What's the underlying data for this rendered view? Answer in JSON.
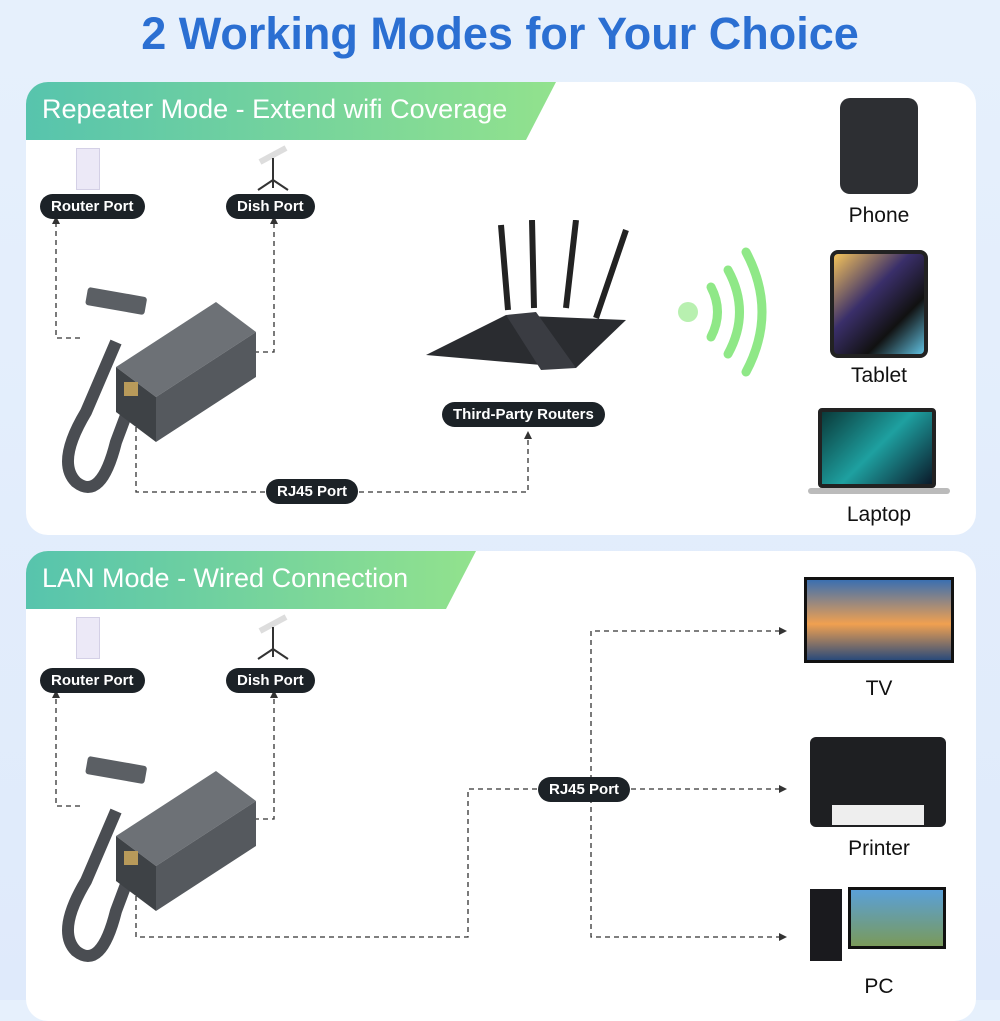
{
  "title": "2 Working Modes for Your Choice",
  "repeater": {
    "banner": "Repeater Mode - Extend wifi Coverage",
    "router_port": "Router Port",
    "dish_port": "Dish Port",
    "rj45": "RJ45 Port",
    "third_party": "Third-Party Routers",
    "devices": [
      "Phone",
      "Tablet",
      "Laptop"
    ]
  },
  "lan": {
    "banner": "LAN Mode - Wired Connection",
    "router_port": "Router Port",
    "dish_port": "Dish Port",
    "rj45": "RJ45 Port",
    "devices": [
      "TV",
      "Printer",
      "PC"
    ]
  },
  "colors": {
    "title": "#2b6fd2",
    "banner_start": "#57c4ad",
    "banner_end": "#92e28d",
    "pill": "#1c2227",
    "wifi": "#7fe07a"
  }
}
